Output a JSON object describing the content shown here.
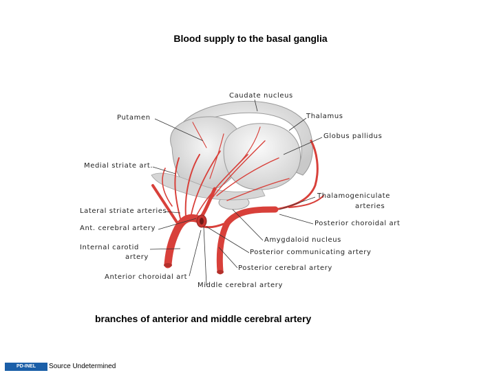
{
  "title": "Blood supply to the basal ganglia",
  "caption": "branches of anterior and middle cerebral artery",
  "labels": {
    "caudate": "Caudate nucleus",
    "thalamus": "Thalamus",
    "putamen": "Putamen",
    "globus": "Globus pallidus",
    "medial_striate": "Medial striate art.",
    "thalamogeniculate_1": "Thalamogeniculate",
    "thalamogeniculate_2": "arteries",
    "lateral_striate": "Lateral striate arteries",
    "ant_cerebral": "Ant. cerebral artery",
    "post_choroidal": "Posterior choroidal art",
    "internal_carotid_1": "Internal carotid",
    "internal_carotid_2": "artery",
    "amygdaloid": "Amygdaloid nucleus",
    "post_communicating": "Posterior communicating artery",
    "post_cerebral": "Posterior cerebral artery",
    "ant_choroidal": "Anterior choroidal art",
    "middle_cerebral": "Middle cerebral artery"
  },
  "footer": {
    "badge": "PD-INEL",
    "source": "Source Undetermined"
  },
  "colors": {
    "artery": "#d8403a",
    "tissue": "#e6e6e6",
    "tissue_edge": "#9a9a9a"
  }
}
